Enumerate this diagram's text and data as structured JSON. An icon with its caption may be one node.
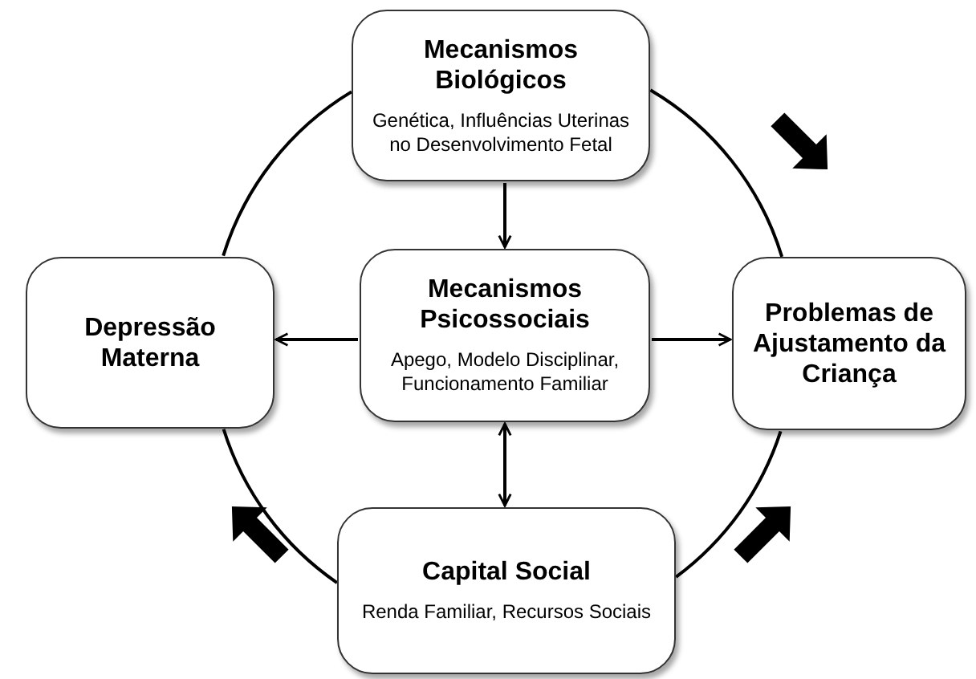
{
  "diagram": {
    "nodes": [
      {
        "text": [
          "Mecanismos Biológicos",
          "Genética, Influências Uterinas no Desenvolvimento Fetal"
        ]
      },
      {
        "text": [
          "Depressão Materna"
        ]
      },
      {
        "text": [
          "Mecanismos Psicossociais",
          "Apego, Modelo Disciplinar, Funcionamento Familiar"
        ]
      },
      {
        "text": [
          "Problemas de Ajustamento da Criança"
        ]
      },
      {
        "text": [
          "Capital Social",
          "Renda Familiar, Recursos Sociais"
        ]
      }
    ],
    "edges": [
      {
        "from": 0,
        "to": 2,
        "arrow": "to"
      },
      {
        "from": 2,
        "to": 1,
        "arrow": "to"
      },
      {
        "from": 2,
        "to": 3,
        "arrow": "to"
      },
      {
        "from": 2,
        "to": 4,
        "arrow": "both"
      },
      {
        "from": 0,
        "to": 1,
        "arrow": "none"
      },
      {
        "from": 0,
        "to": 3,
        "arrow": "none"
      },
      {
        "from": 1,
        "to": 4,
        "arrow": "none"
      },
      {
        "from": 4,
        "to": 3,
        "arrow": "none"
      }
    ]
  }
}
